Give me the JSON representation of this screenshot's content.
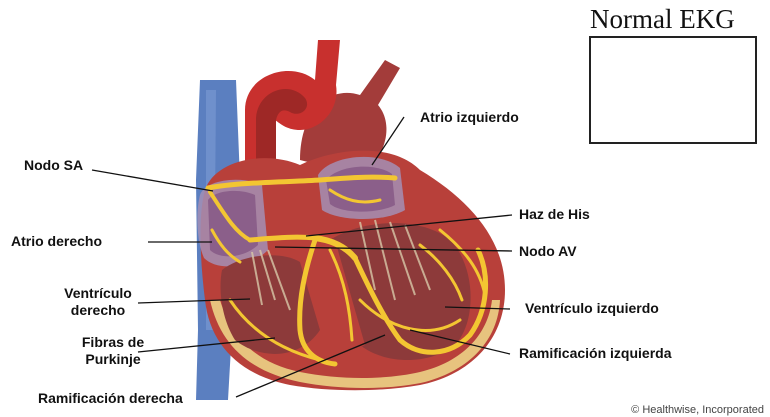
{
  "ekg": {
    "title": "Normal EKG"
  },
  "labels": {
    "nodo_sa": "Nodo SA",
    "atrio_derecho": "Atrio derecho",
    "ventriculo_derecho_1": "Ventrículo",
    "ventriculo_derecho_2": "derecho",
    "fibras_1": "Fibras de",
    "fibras_2": "Purkinje",
    "ramificacion_derecha": "Ramificación derecha",
    "atrio_izquierdo": "Atrio izquierdo",
    "haz_de_his": "Haz de His",
    "nodo_av": "Nodo AV",
    "ventriculo_izquierdo": "Ventrículo izquierdo",
    "ramificacion_izquierda": "Ramificación izquierda"
  },
  "credit": "© Healthwise, Incorporated",
  "colors": {
    "vena_cava": "#5b7fc0",
    "aorta": "#c8302e",
    "myocardium": "#b8403a",
    "chamber": "#8d3a3a",
    "conduction": "#f3c632",
    "fat": "#e7c37e",
    "atrium_membrane": "#a38fb5"
  }
}
